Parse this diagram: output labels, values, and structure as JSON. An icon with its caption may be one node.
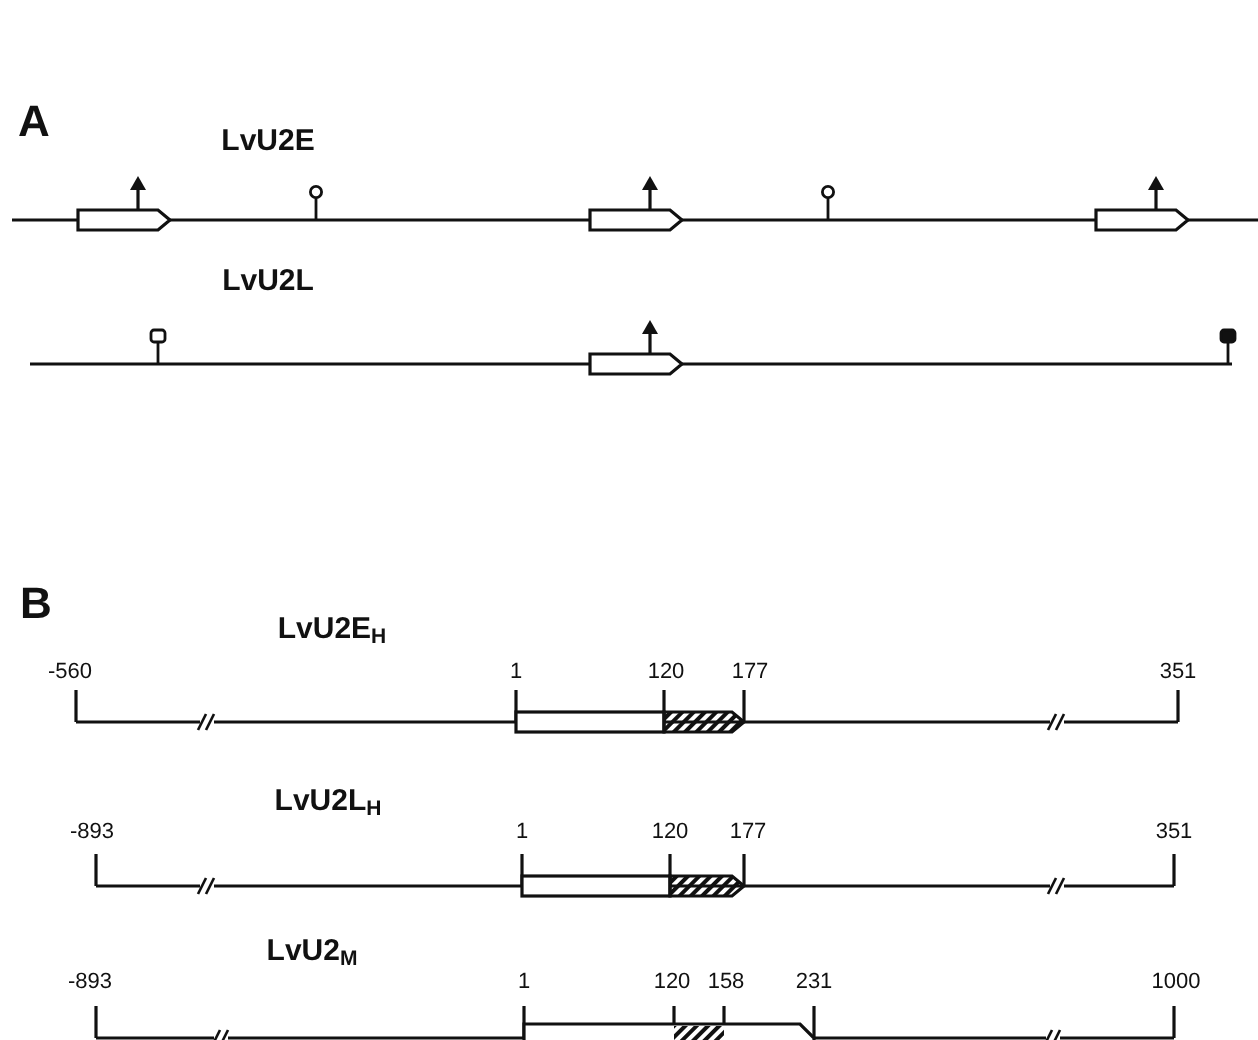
{
  "diagram": {
    "labels": [
      "A",
      "LvU2E",
      "LvU2L",
      "B",
      "LvU2E$_{H}$",
      "-560",
      "1",
      "120",
      "177",
      "351",
      "LvU2L$_{H}$",
      "-893",
      "1",
      "120",
      "177",
      "351",
      "LvU2$_{M}$",
      "-893",
      "1",
      "120",
      "158",
      "231",
      "1000"
    ]
  }
}
